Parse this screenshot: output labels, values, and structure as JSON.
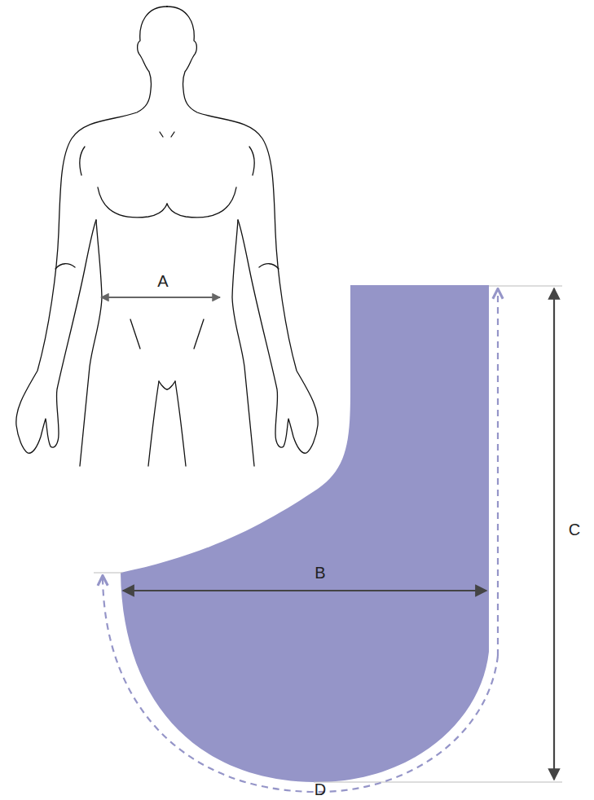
{
  "diagram": {
    "labels": [
      "A",
      "B",
      "C",
      "D"
    ]
  }
}
